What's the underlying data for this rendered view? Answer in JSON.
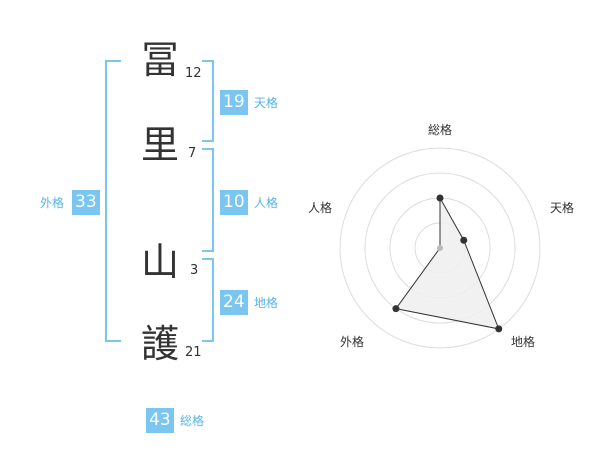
{
  "name": {
    "chars": [
      {
        "char": "冨",
        "strokes": "12"
      },
      {
        "char": "里",
        "strokes": "7"
      },
      {
        "char": "山",
        "strokes": "3"
      },
      {
        "char": "護",
        "strokes": "21"
      }
    ]
  },
  "fortunes": {
    "tenkaku": {
      "value": "19",
      "label": "天格"
    },
    "jinkaku": {
      "value": "10",
      "label": "人格"
    },
    "chikaku": {
      "value": "24",
      "label": "地格"
    },
    "gaikaku": {
      "value": "33",
      "label": "外格"
    },
    "soukaku": {
      "value": "43",
      "label": "総格"
    }
  },
  "colors": {
    "accent": "#7ac6f0",
    "label": "#5ab4e6"
  },
  "chart_data": {
    "type": "radar",
    "axes": [
      "総格",
      "天格",
      "地格",
      "外格",
      "人格"
    ],
    "rings": 4,
    "values": [
      2,
      1,
      4,
      3,
      0
    ]
  }
}
